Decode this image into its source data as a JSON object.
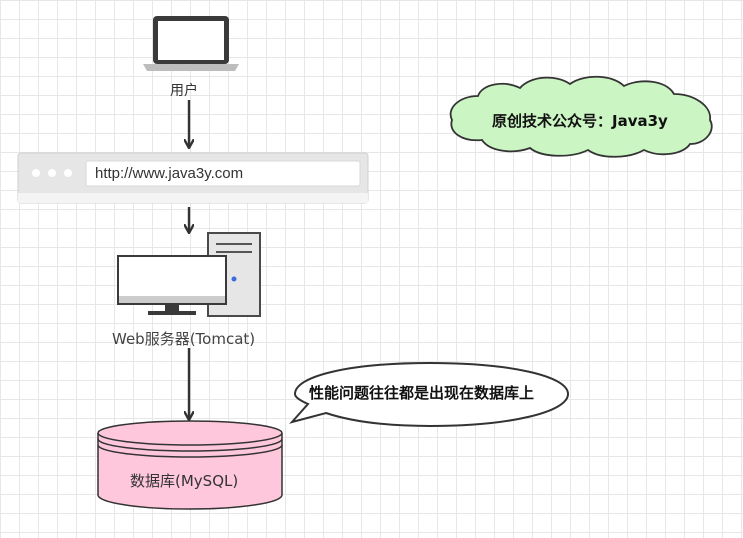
{
  "labels": {
    "user": "用户",
    "url": "http://www.java3y.com",
    "web_server": "Web服务器(Tomcat)",
    "database": "数据库(MySQL)",
    "cloud_note": "原创技术公众号：Java3y",
    "speech_note": "性能问题往往都是出现在数据库上"
  },
  "icons": {
    "user": "laptop-icon",
    "browser": "browser-window-icon",
    "server": "server-computer-icon",
    "database": "database-cylinder-icon"
  },
  "colors": {
    "cloud_fill": "#ccf5c4",
    "database_fill": "#ffc7dc",
    "arrow": "#333333",
    "browser_bar": "#e6e6e6"
  }
}
